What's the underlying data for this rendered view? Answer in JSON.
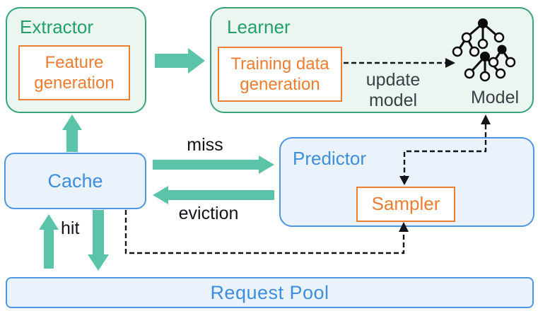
{
  "boxes": {
    "extractor": {
      "title": "Extractor",
      "inner": "Feature generation"
    },
    "learner": {
      "title": "Learner",
      "inner": "Training data generation"
    },
    "cache": {
      "title": "Cache"
    },
    "predictor": {
      "title": "Predictor",
      "inner": "Sampler"
    },
    "request_pool": {
      "title": "Request Pool"
    }
  },
  "labels": {
    "miss": "miss",
    "eviction": "eviction",
    "hit": "hit",
    "update_model": "update model",
    "model": "Model"
  },
  "icons": {
    "model": "decision-tree-icon"
  },
  "colors": {
    "green_border": "#36A377",
    "green_text": "#21A06C",
    "green_fill": "#ECF6F1",
    "teal_arrow": "#5BC4A8",
    "orange": "#ED7D31",
    "blue_border": "#4D96E4",
    "blue_text": "#3E8EDE",
    "blue_fill": "#EAF2FC",
    "label_dark": "#111418",
    "label_gray": "#3A3F46"
  }
}
